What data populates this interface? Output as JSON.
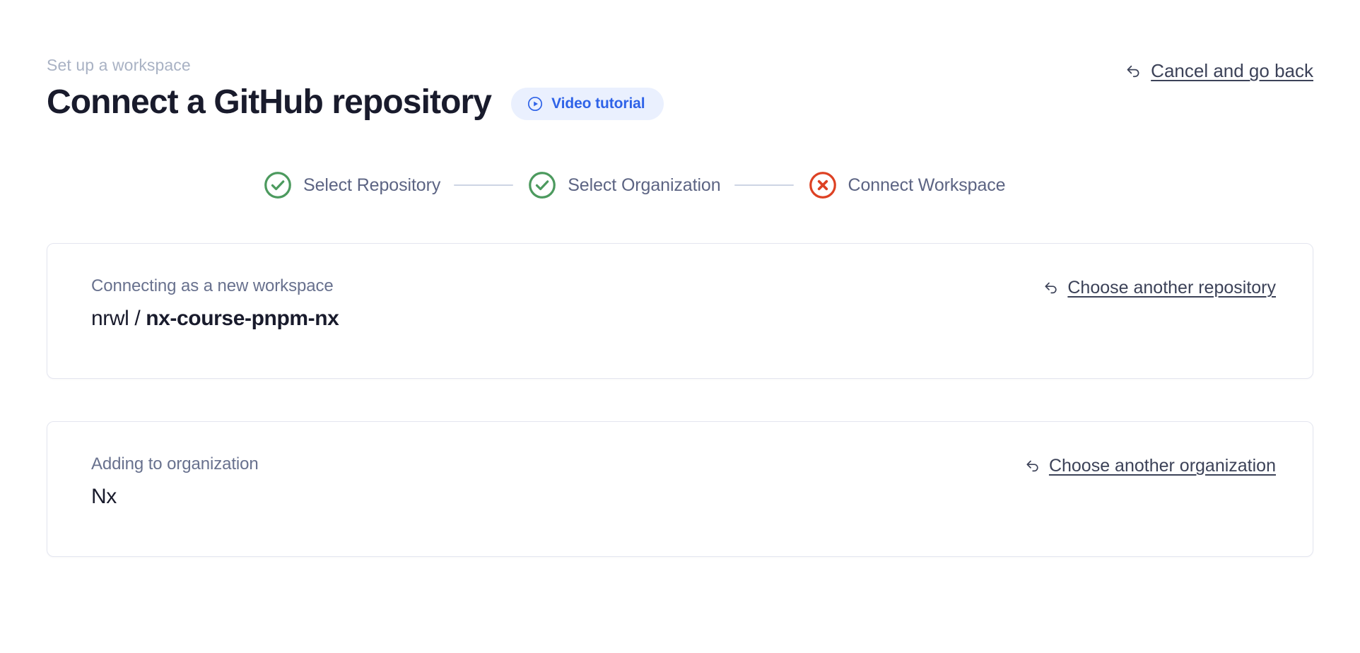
{
  "header": {
    "eyebrow": "Set up a workspace",
    "title": "Connect a GitHub repository",
    "video_badge": {
      "label": "Video tutorial",
      "icon": "play-circle-icon",
      "bg_color": "#eaf0fe",
      "text_color": "#2f63e8"
    },
    "cancel_link": {
      "label": "Cancel and go back",
      "icon": "back-arrow-icon"
    }
  },
  "stepper": {
    "steps": [
      {
        "label": "Select Repository",
        "state": "complete",
        "icon": "check-circle-icon",
        "color": "#4c9a5e"
      },
      {
        "label": "Select Organization",
        "state": "complete",
        "icon": "check-circle-icon",
        "color": "#4c9a5e"
      },
      {
        "label": "Connect Workspace",
        "state": "error",
        "icon": "x-circle-icon",
        "color": "#dd4123"
      }
    ],
    "connector_color": "#cdd4e4",
    "label_color": "#5c6483"
  },
  "cards": [
    {
      "caption": "Connecting as a new workspace",
      "value_prefix": "nrwl / ",
      "value_main": "nx-course-pnpm-nx",
      "action": {
        "label": "Choose another repository",
        "icon": "back-arrow-icon"
      }
    },
    {
      "caption": "Adding to organization",
      "value_prefix": "",
      "value_main": "Nx",
      "action": {
        "label": "Choose another organization",
        "icon": "back-arrow-icon"
      }
    }
  ]
}
